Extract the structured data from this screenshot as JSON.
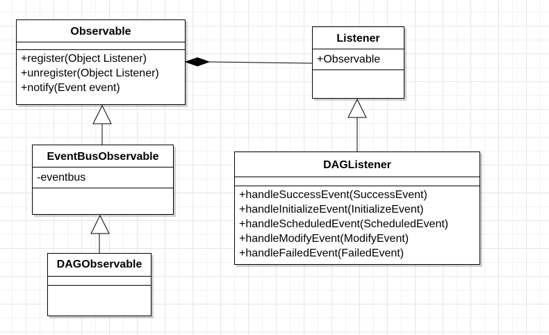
{
  "classes": {
    "observable": {
      "name": "Observable",
      "attributes": [],
      "methods": [
        "+register(Object Listener)",
        "+unregister(Object Listener)",
        "+notify(Event event)"
      ]
    },
    "listener": {
      "name": "Listener",
      "attributes": [
        "+Observable"
      ],
      "methods": []
    },
    "event_bus_observable": {
      "name": "EventBusObservable",
      "attributes": [
        "-eventbus"
      ],
      "methods": []
    },
    "dag_listener": {
      "name": "DAGListener",
      "attributes": [],
      "methods": [
        "+handleSuccessEvent(SuccessEvent)",
        "+handleInitializeEvent(InitializeEvent)",
        "+handleScheduledEvent(ScheduledEvent)",
        "+handleModifyEvent(ModifyEvent)",
        "+handleFailedEvent(FailedEvent)"
      ]
    },
    "dag_observable": {
      "name": "DAGObservable",
      "attributes": [],
      "methods": []
    }
  },
  "relationships": [
    {
      "type": "composition",
      "whole": "Observable",
      "part": "Listener"
    },
    {
      "type": "generalization",
      "child": "EventBusObservable",
      "parent": "Observable"
    },
    {
      "type": "generalization",
      "child": "DAGObservable",
      "parent": "EventBusObservable"
    },
    {
      "type": "generalization",
      "child": "DAGListener",
      "parent": "Listener"
    }
  ]
}
